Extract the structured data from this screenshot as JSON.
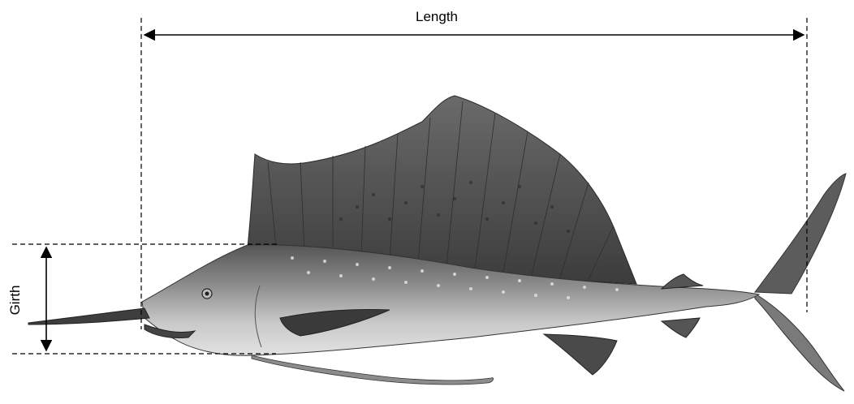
{
  "diagram": {
    "length_label": "Length",
    "girth_label": "Girth",
    "illustration": "sailfish-illustration"
  },
  "colors": {
    "line": "#000000",
    "fish_body": "#8f8f8f",
    "fish_dark": "#4a4a4a",
    "fish_belly": "#cfcfcf",
    "sail": "#5a5a5a"
  }
}
